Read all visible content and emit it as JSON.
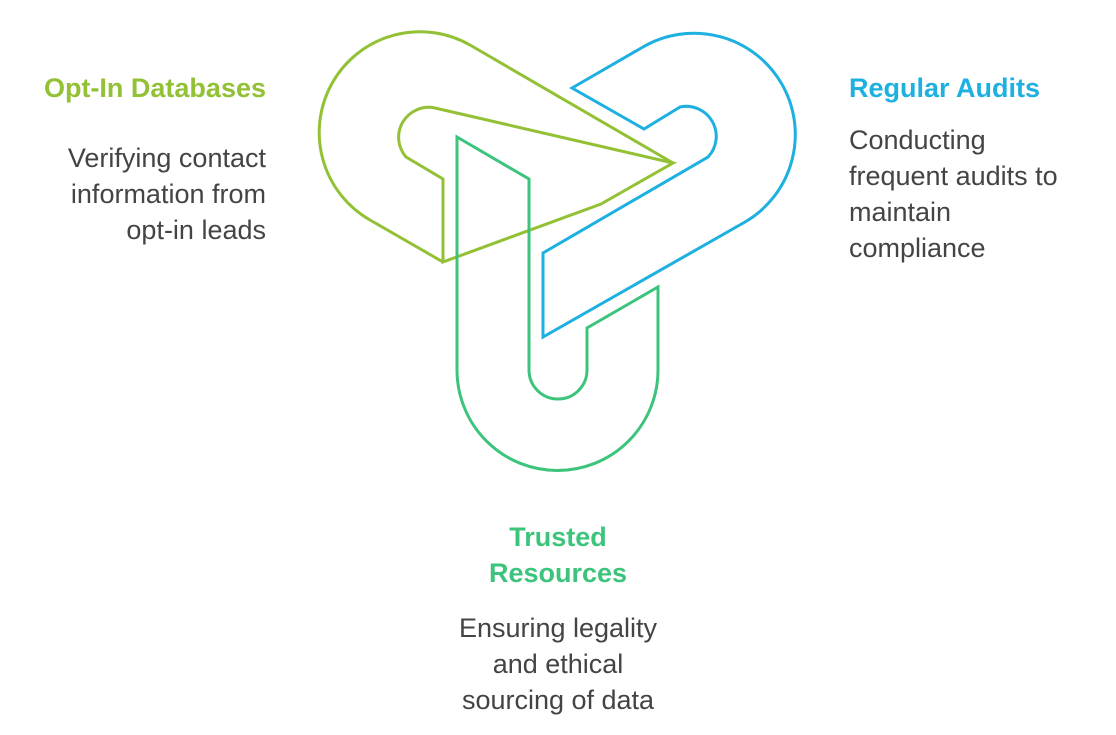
{
  "colors": {
    "opt_in": "#93C135",
    "audits": "#1DB0E0",
    "trusted": "#3CC47C",
    "desc_text": "#444444"
  },
  "items": [
    {
      "id": "opt-in-databases",
      "title": "Opt-In Databases",
      "description": "Verifying contact information from opt-in leads",
      "description_lines": [
        "Verifying contact",
        "information from",
        "opt-in leads"
      ]
    },
    {
      "id": "regular-audits",
      "title": "Regular Audits",
      "description": "Conducting frequent audits to maintain compliance",
      "description_lines": [
        "Conducting",
        "frequent audits to",
        "maintain",
        "compliance"
      ]
    },
    {
      "id": "trusted-resources",
      "title": "Trusted Resources",
      "title_lines": [
        "Trusted",
        "Resources"
      ],
      "description": "Ensuring legality and ethical sourcing of data",
      "description_lines": [
        "Ensuring legality",
        "and ethical",
        "sourcing of data"
      ]
    }
  ]
}
